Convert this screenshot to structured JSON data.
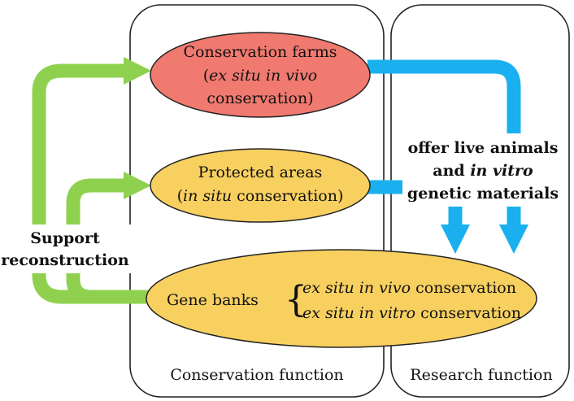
{
  "panels": {
    "conservation_label": "Conservation function",
    "research_label": "Research function"
  },
  "nodes": {
    "farms": {
      "line1": "Conservation farms",
      "line2_open": "(",
      "line2_italic": "ex situ in vivo",
      "line3": "conservation)",
      "fill": "#f07a70"
    },
    "protected": {
      "line1": "Protected areas",
      "line2_open": "(",
      "line2_italic": "in situ",
      "line2_rest": " conservation)",
      "fill": "#f8d060"
    },
    "genebanks": {
      "label": "Gene banks",
      "brace": "{",
      "item1_italic": "ex situ in vivo",
      "item1_rest": " conservation",
      "item2_italic": "ex situ in vitro",
      "item2_rest": " conservation",
      "fill": "#f8d060"
    }
  },
  "annotations": {
    "support_line1": "Support",
    "support_line2": "reconstruction",
    "offer_line1": "offer live animals",
    "offer_line2_pre": "and ",
    "offer_line2_italic": "in vitro",
    "offer_line3": "genetic materials"
  },
  "colors": {
    "green_arrow": "#8fd14f",
    "blue_arrow": "#1ab0ef",
    "panel_border": "#222222"
  }
}
